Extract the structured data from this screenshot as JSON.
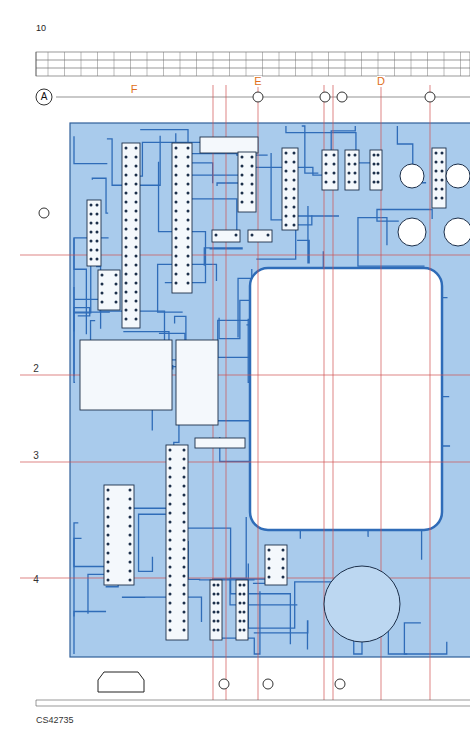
{
  "diagram": {
    "labels": [
      "10",
      "A",
      "F",
      "E",
      "D",
      "2",
      "3",
      "4",
      "CS42735"
    ]
  }
}
